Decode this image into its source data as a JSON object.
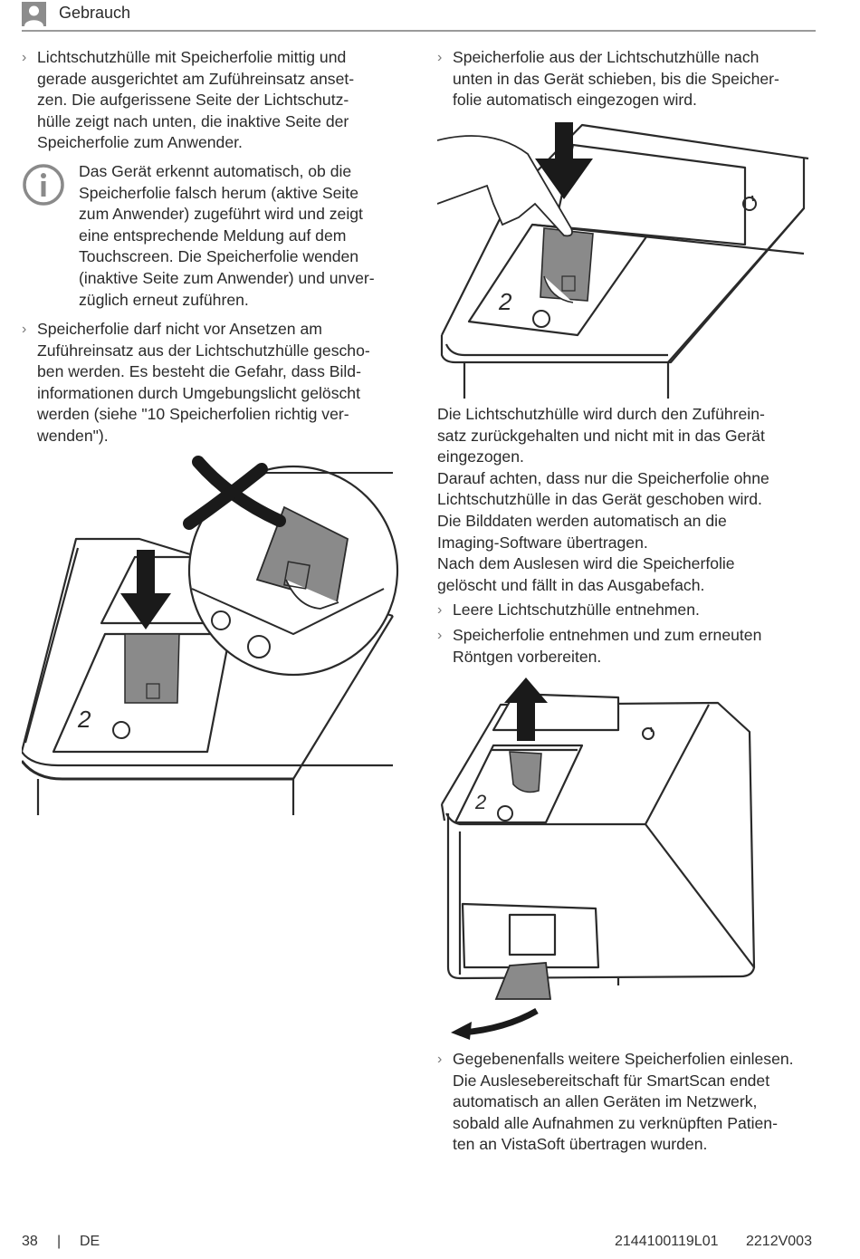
{
  "header": {
    "section": "Gebrauch",
    "icon": "user-silhouette-icon"
  },
  "left_column": {
    "step1": "Lichtschutzhülle mit Speicherfolie mittig und gerade ausgerichtet am Zuführeinsatz anset-zen. Die aufgerissene Seite der Lichtschutz-hülle zeigt nach unten, die inaktive Seite der Speicherfolie zum Anwender.",
    "step1_lines": [
      "Lichtschutzhülle mit Speicherfolie mittig und",
      "gerade ausgerichtet am Zuführeinsatz anset-",
      "zen. Die aufgerissene Seite der Lichtschutz-",
      "hülle zeigt nach unten, die inaktive Seite der",
      "Speicherfolie zum Anwender."
    ],
    "info_lines": [
      "Das Gerät erkennt automatisch, ob die",
      "Speicherfolie falsch herum (aktive Seite",
      "zum Anwender) zugeführt wird und zeigt",
      "eine entsprechende Meldung auf dem",
      "Touchscreen. Die Speicherfolie wenden",
      "(inaktive Seite zum Anwender) und unver-",
      "züglich erneut zuführen."
    ],
    "step2_lines": [
      "Speicherfolie darf nicht vor Ansetzen am",
      "Zuführeinsatz aus der Lichtschutzhülle gescho-",
      "ben werden. Es besteht die Gefahr, dass Bild-",
      "informationen durch Umgebungslicht gelöscht",
      "werden (siehe \"10 Speicherfolien richtig ver-",
      "wenden\")."
    ]
  },
  "right_column": {
    "step3_lines": [
      "Speicherfolie aus der Lichtschutzhülle nach",
      "unten in das Gerät schieben, bis die Speicher-",
      "folie automatisch eingezogen wird."
    ],
    "para_lines": [
      "Die Lichtschutzhülle wird durch den Zuführein-",
      "satz zurückgehalten und nicht mit in das Gerät",
      "eingezogen.",
      "Darauf achten, dass nur die Speicherfolie ohne",
      "Lichtschutzhülle in das Gerät geschoben wird.",
      "Die Bilddaten werden automatisch an die",
      "Imaging-Software übertragen.",
      "Nach dem Auslesen wird die Speicherfolie",
      "gelöscht und fällt in das Ausgabefach."
    ],
    "step4": "Leere Lichtschutzhülle entnehmen.",
    "step5_lines": [
      "Speicherfolie entnehmen und zum erneuten",
      "Röntgen vorbereiten."
    ],
    "step6_lines": [
      "Gegebenenfalls weitere Speicherfolien einlesen.",
      "Die Auslesebereitschaft für SmartScan endet",
      "automatisch an allen Geräten im Netzwerk,",
      "sobald alle Aufnahmen zu verknüpften Patien-",
      "ten an VistaSoft übertragen wurden."
    ]
  },
  "figures": {
    "slot_label": "2",
    "colors": {
      "line": "#2a2a2a",
      "arrow": "#1a1a1a",
      "gray": "#8a8a8a"
    }
  },
  "footer": {
    "page": "38",
    "separator": "|",
    "lang": "DE",
    "doc_number": "2144100119L01",
    "version": "2212V003"
  }
}
